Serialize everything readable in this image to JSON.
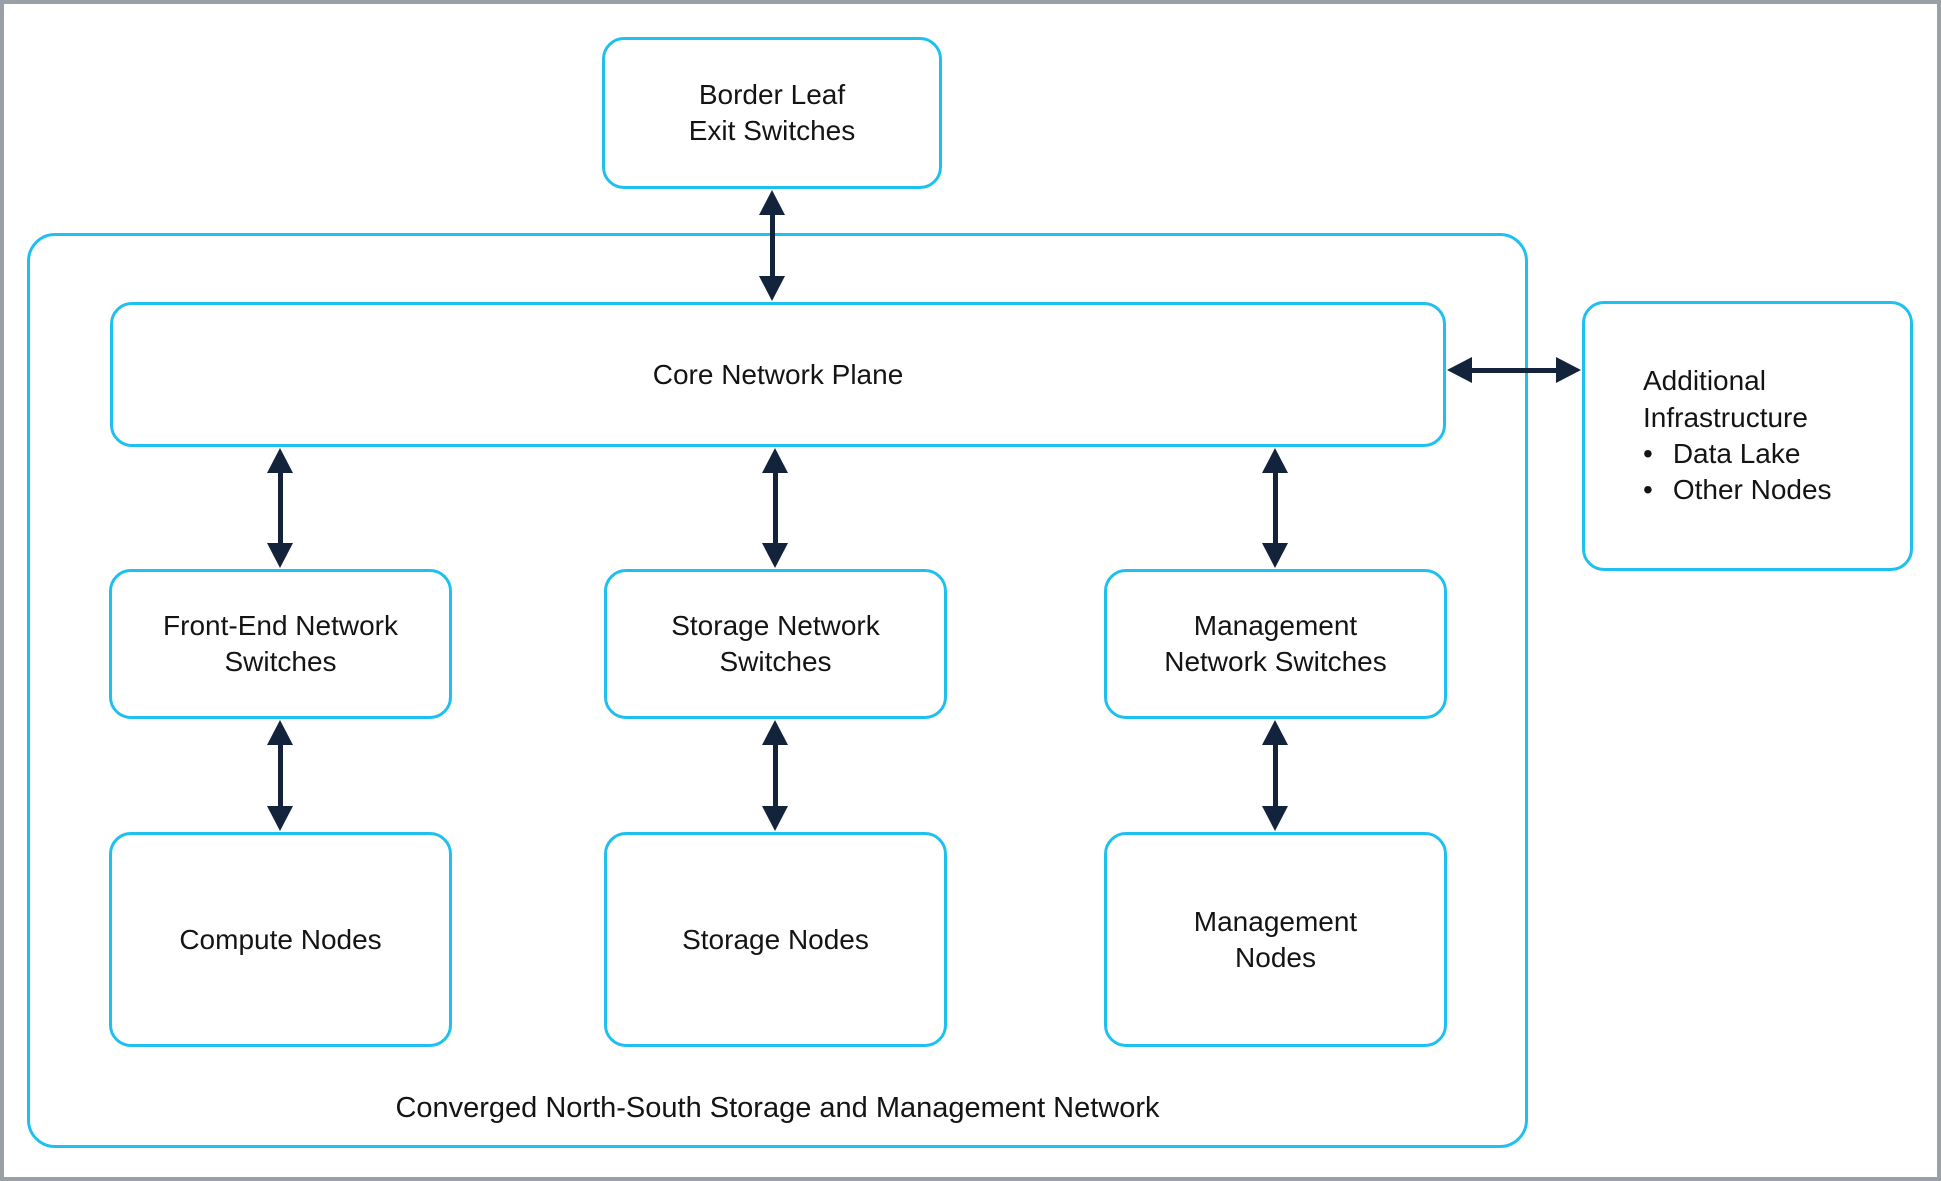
{
  "colors": {
    "box_border": "#1fc0f0",
    "arrow": "#14233c",
    "frame_border": "#9aa0a6",
    "text": "#141414",
    "background": "#ffffff"
  },
  "nodes": {
    "border_leaf": {
      "label": "Border Leaf\nExit Switches"
    },
    "core": {
      "label": "Core Network Plane"
    },
    "front_end_switches": {
      "label": "Front-End Network\nSwitches"
    },
    "storage_switches": {
      "label": "Storage Network\nSwitches"
    },
    "management_switches": {
      "label": "Management\nNetwork Switches"
    },
    "compute_nodes": {
      "label": "Compute Nodes"
    },
    "storage_nodes": {
      "label": "Storage Nodes"
    },
    "management_nodes": {
      "label": "Management\nNodes"
    },
    "additional_infrastructure": {
      "title": "Additional\nInfrastructure",
      "bullet_icon": "•",
      "bullets": [
        "Data Lake",
        "Other Nodes"
      ]
    }
  },
  "container": {
    "caption": "Converged North-South Storage and Management Network"
  },
  "connections": [
    {
      "from": "border_leaf",
      "to": "core",
      "type": "bidirectional"
    },
    {
      "from": "core",
      "to": "front_end_switches",
      "type": "bidirectional"
    },
    {
      "from": "core",
      "to": "storage_switches",
      "type": "bidirectional"
    },
    {
      "from": "core",
      "to": "management_switches",
      "type": "bidirectional"
    },
    {
      "from": "front_end_switches",
      "to": "compute_nodes",
      "type": "bidirectional"
    },
    {
      "from": "storage_switches",
      "to": "storage_nodes",
      "type": "bidirectional"
    },
    {
      "from": "management_switches",
      "to": "management_nodes",
      "type": "bidirectional"
    },
    {
      "from": "core",
      "to": "additional_infrastructure",
      "type": "bidirectional"
    }
  ]
}
